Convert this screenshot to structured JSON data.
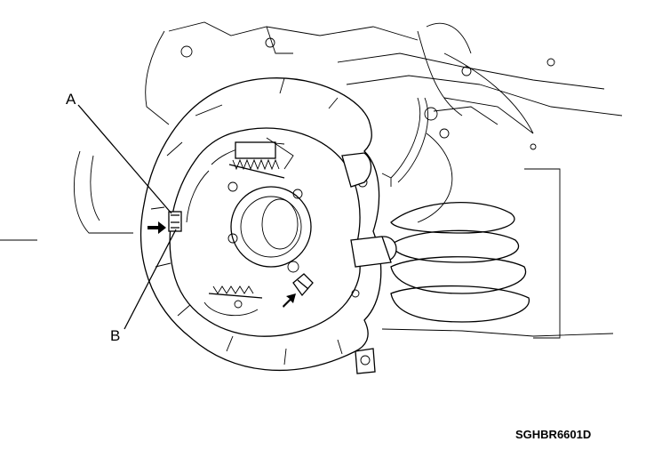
{
  "labels": {
    "callout_a": "A",
    "callout_b": "B",
    "figure_code": "SGHBR6601D"
  },
  "colors": {
    "line": "#000000",
    "background": "#ffffff"
  }
}
